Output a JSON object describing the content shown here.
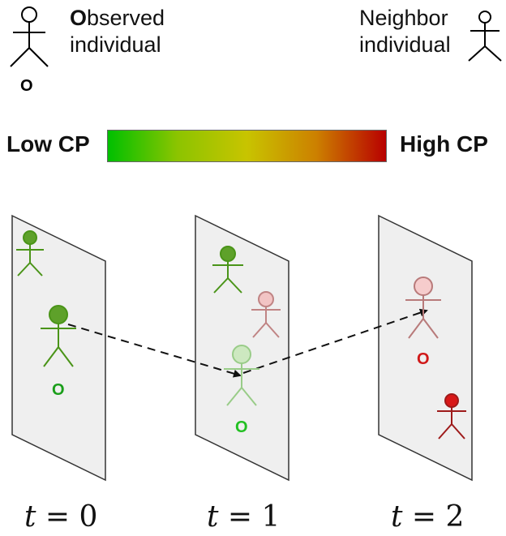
{
  "legend": {
    "observed_first": "O",
    "observed_rest": "bserved",
    "observed_line2": "individual",
    "observed_marker": "O",
    "neighbor_line1": "Neighbor",
    "neighbor_line2": "individual"
  },
  "scale": {
    "low_label": "Low CP",
    "high_label": "High CP",
    "colors": [
      "#00c000",
      "#8cc400",
      "#c8c400",
      "#cc8000",
      "#b80000"
    ]
  },
  "frames": [
    {
      "time_var": "t",
      "time_eq": " = 0",
      "observed_label": "O",
      "observed_color": "#4a9418",
      "neighbor_colors": [
        "#4a9418"
      ]
    },
    {
      "time_var": "t",
      "time_eq": " = 1",
      "observed_label": "O",
      "observed_color": "#99cc88",
      "neighbor_colors": [
        "#4a9418",
        "#d28c8c"
      ]
    },
    {
      "time_var": "t",
      "time_eq": " = 2",
      "observed_label": "O",
      "observed_color": "#d28c8c",
      "neighbor_colors": [
        "#c81818"
      ]
    }
  ],
  "colors": {
    "label_green": "#1a9e1a",
    "label_bright_green": "#22c022",
    "label_red": "#d01818",
    "panel_fill": "#efefef",
    "panel_stroke": "#333333",
    "trajectory": "#111111"
  }
}
